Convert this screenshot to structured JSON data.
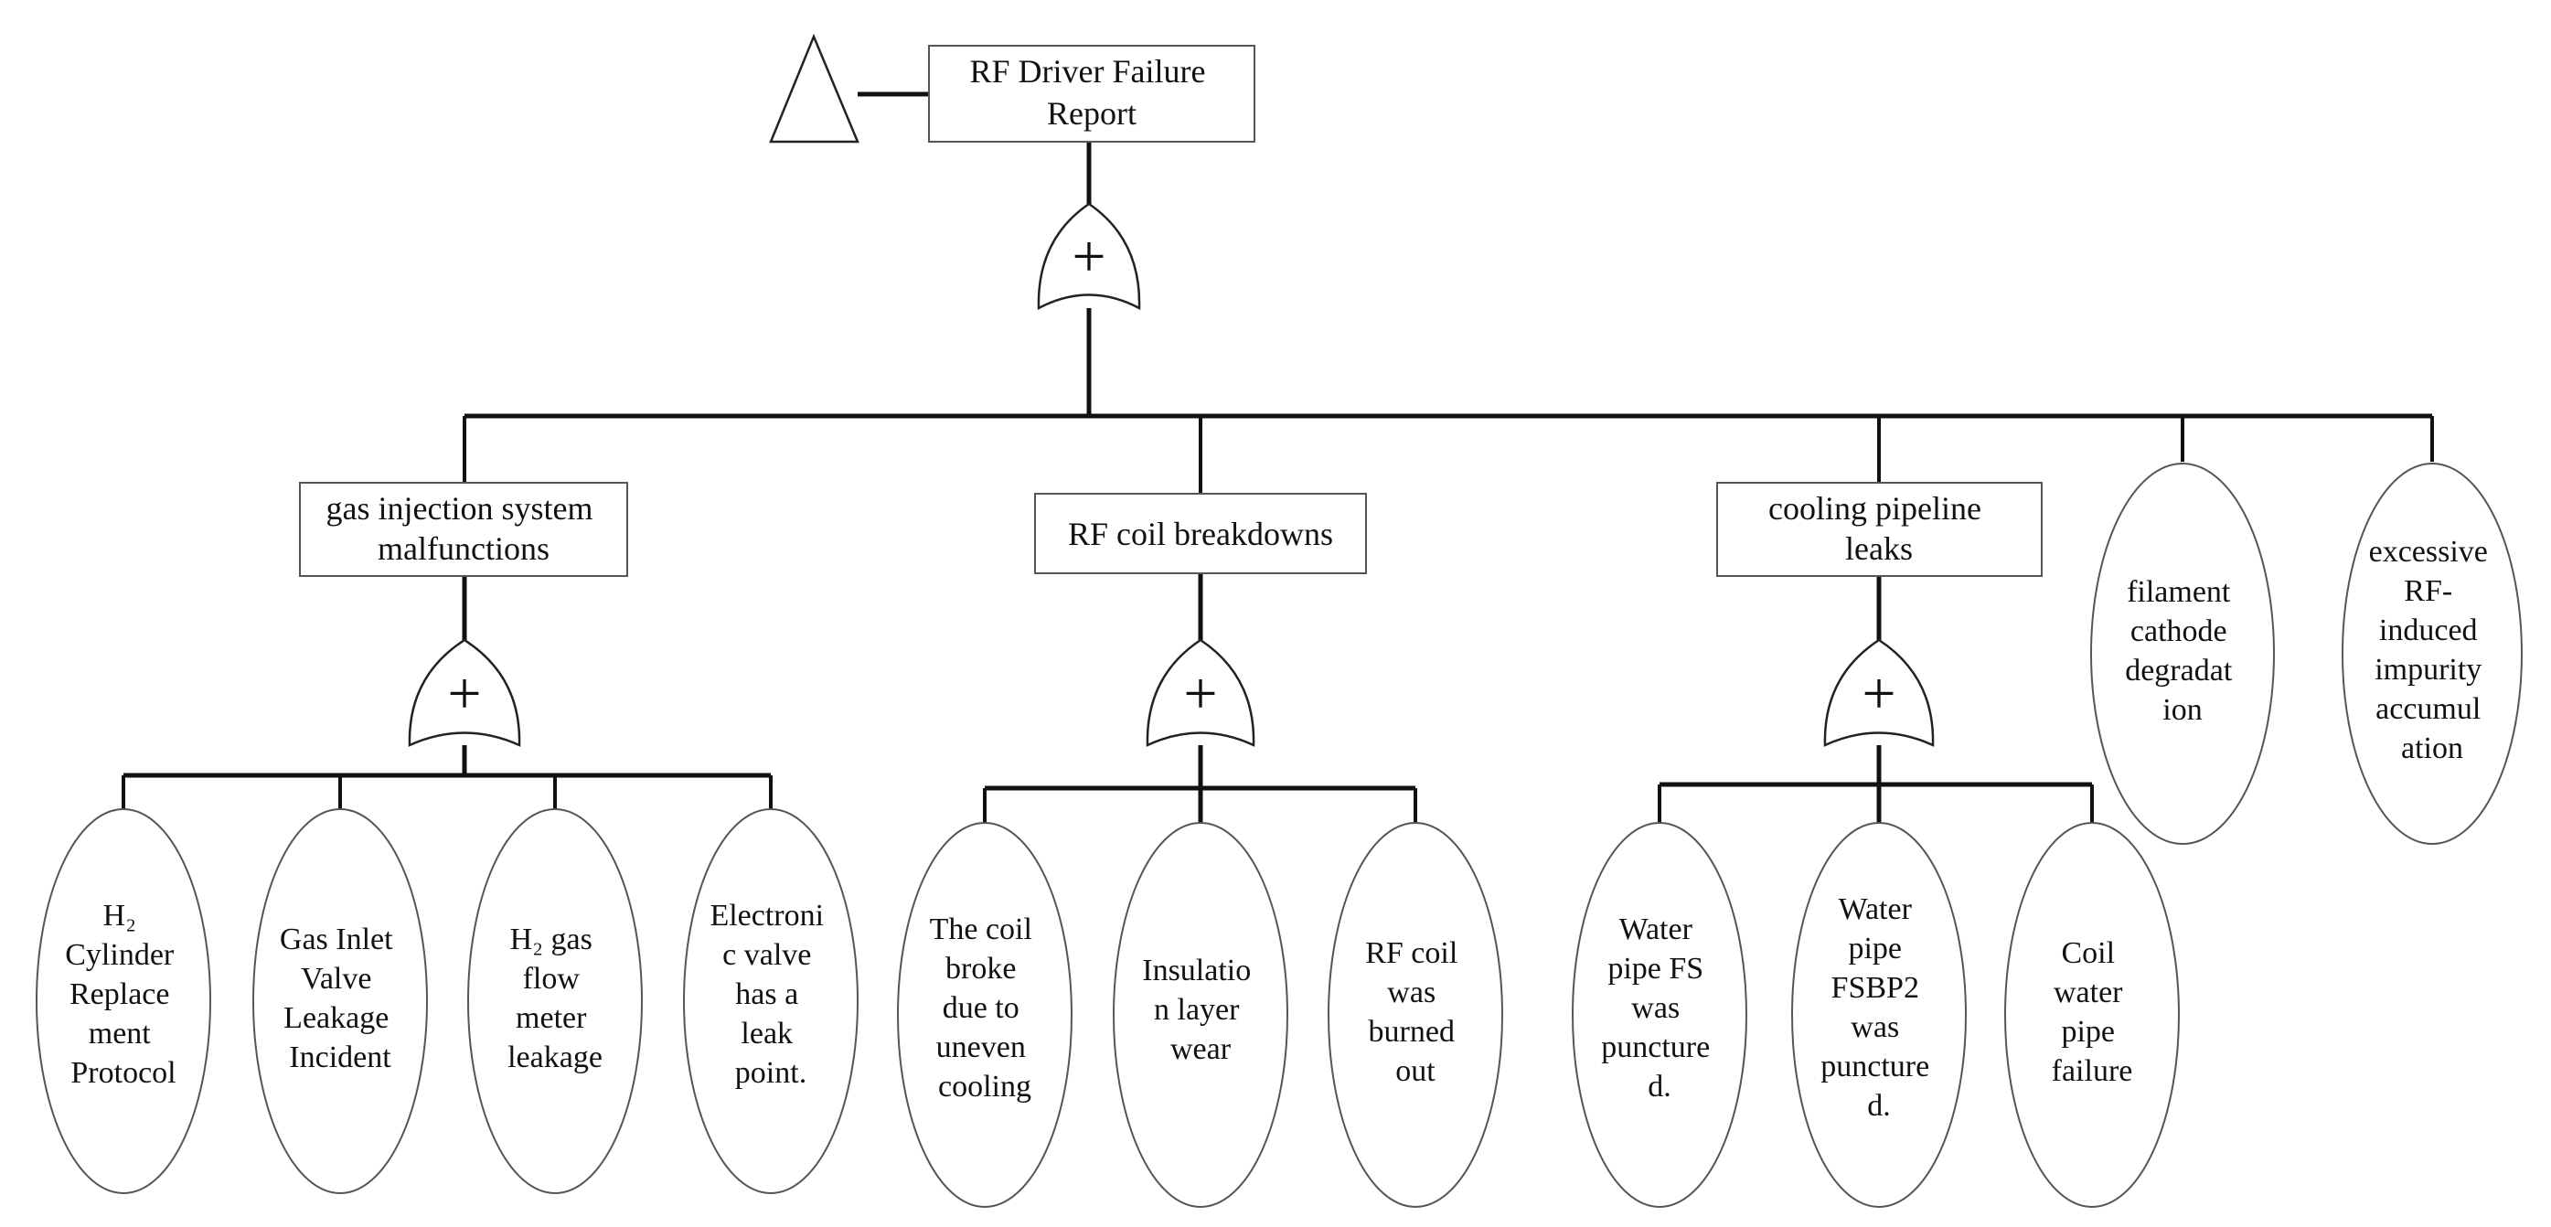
{
  "top_event": [
    "RF Driver Failure",
    "Report"
  ],
  "branches": {
    "gas": {
      "label": [
        "gas injection system",
        "malfunctions"
      ],
      "events": [
        [
          "H₂",
          "Cylinder",
          "Replace",
          "ment",
          "Protocol"
        ],
        [
          "Gas Inlet",
          "Valve",
          "Leakage",
          "Incident"
        ],
        [
          "H₂ gas",
          "flow",
          "meter",
          "leakage"
        ],
        [
          "Electroni",
          "c valve",
          "has a",
          "leak",
          "point."
        ]
      ]
    },
    "coil": {
      "label": [
        "RF coil breakdowns"
      ],
      "events": [
        [
          "The coil",
          "broke",
          "due to",
          "uneven",
          "cooling"
        ],
        [
          "Insulatio",
          "n layer",
          "wear"
        ],
        [
          "RF coil",
          "was",
          "burned",
          "out"
        ]
      ]
    },
    "cooling": {
      "label": [
        "cooling pipeline",
        "leaks"
      ],
      "events": [
        [
          "Water",
          "pipe FS",
          "was",
          "puncture",
          "d."
        ],
        [
          "Water",
          "pipe",
          "FSBP2",
          "was",
          "puncture",
          "d."
        ],
        [
          "Coil",
          "water",
          "pipe",
          "failure"
        ]
      ]
    }
  },
  "direct_events": [
    [
      "filament",
      "cathode",
      "degradat",
      "ion"
    ],
    [
      "excessive",
      "RF-",
      "induced",
      "impurity",
      "accumul",
      "ation"
    ]
  ],
  "gate_symbol": "+"
}
